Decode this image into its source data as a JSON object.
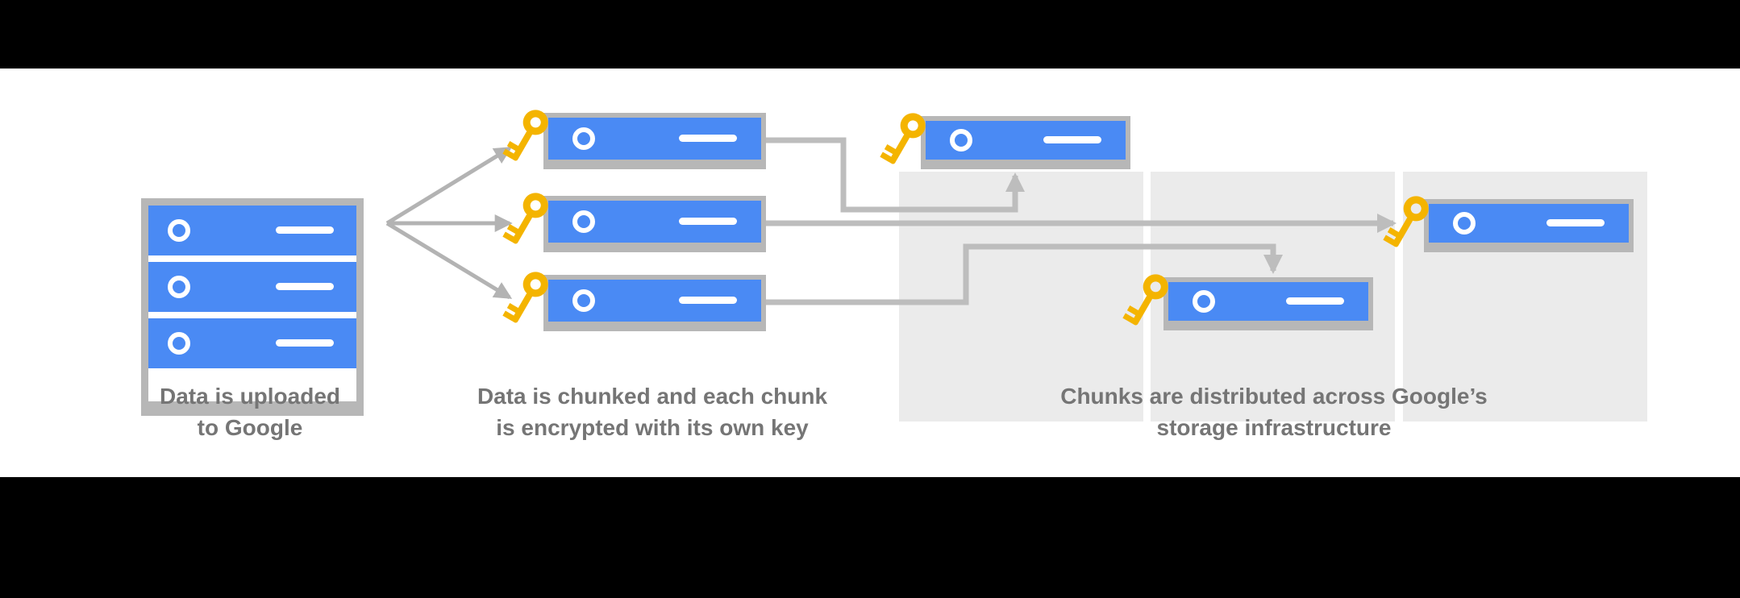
{
  "colors": {
    "background": "#000000",
    "canvas": "#ffffff",
    "blue": "#4a8af4",
    "frame_gray": "#b7b7b7",
    "panel_gray": "#ebebeb",
    "connector_gray": "#bdbdbd",
    "arrow_gray": "#b3b3b3",
    "key_yellow": "#f4b400",
    "label_gray": "#757575"
  },
  "diagram": {
    "captions": {
      "step1": {
        "line1": "Data is uploaded",
        "line2": "to Google"
      },
      "step2": {
        "line1": "Data is chunked and each chunk",
        "line2": "is encrypted with its own key"
      },
      "step3": {
        "line1": "Chunks are distributed across Google’s",
        "line2": "storage infrastructure"
      }
    }
  }
}
